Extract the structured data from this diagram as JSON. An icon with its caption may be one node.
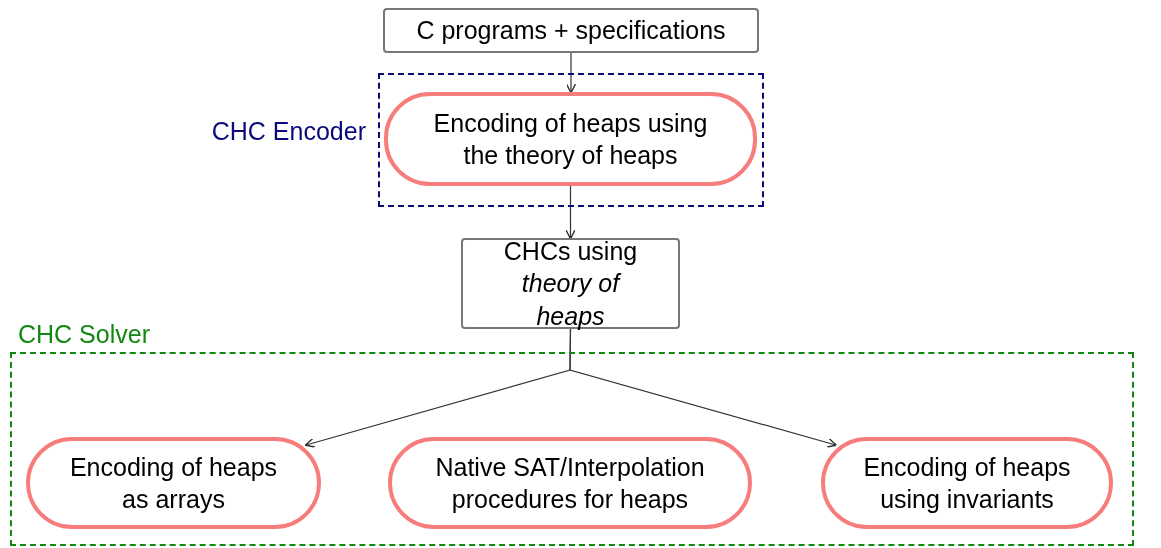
{
  "diagram": {
    "nodes": [
      {
        "text": [
          "C programs + specifications"
        ]
      },
      {
        "text": [
          "CHC Encoder"
        ]
      },
      {
        "text": [
          "Encoding of heaps using the theory of heaps"
        ],
        "in": 1
      },
      {
        "text": [
          "CHCs using *theory of heaps*"
        ]
      },
      {
        "text": [
          "CHC Solver"
        ]
      },
      {
        "text": [
          "Encoding of heaps as arrays"
        ],
        "in": 4
      },
      {
        "text": [
          "Native SAT/Interpolation procedures for heaps"
        ],
        "in": 4
      },
      {
        "text": [
          "Encoding of heaps using invariants"
        ],
        "in": 4
      }
    ],
    "edges": [
      {
        "from": 0,
        "to": 2,
        "arrow": "to"
      },
      {
        "from": 2,
        "to": 3,
        "arrow": "to"
      },
      {
        "from": 3,
        "to": 5,
        "arrow": "to"
      },
      {
        "from": 3,
        "to": 7,
        "arrow": "to"
      }
    ]
  }
}
